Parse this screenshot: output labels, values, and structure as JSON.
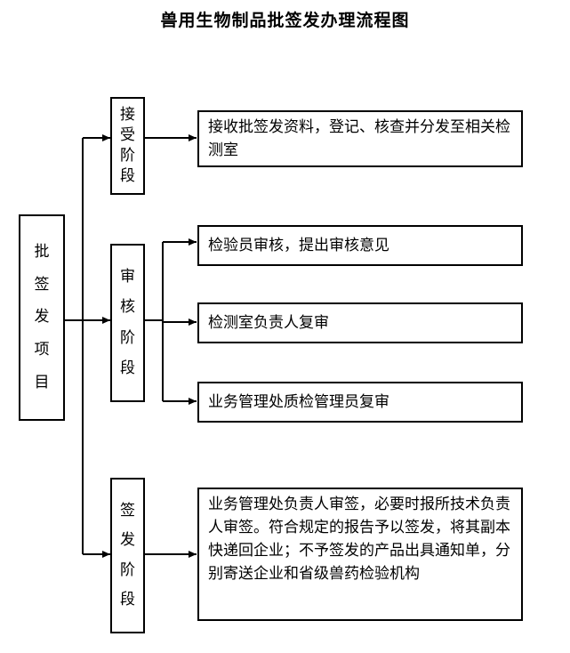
{
  "title": "兽用生物制品批签发办理流程图",
  "root": {
    "chars": [
      "批",
      "签",
      "发",
      "项",
      "目"
    ]
  },
  "stages": [
    {
      "chars": [
        "接",
        "受",
        "阶",
        "段"
      ],
      "tasks": [
        "接收批签发资料，登记、核查并分发至相关检测室"
      ]
    },
    {
      "chars": [
        "审",
        "核",
        "阶",
        "段"
      ],
      "tasks": [
        "检验员审核，提出审核意见",
        "检测室负责人复审",
        "业务管理处质检管理员复审"
      ]
    },
    {
      "chars": [
        "签",
        "发",
        "阶",
        "段"
      ],
      "tasks": [
        "业务管理处负责人审签，必要时报所技术负责人审签。符合规定的报告予以签发，将其副本快递回企业；不予签发的产品出具通知单，分别寄送企业和省级兽药检验机构"
      ]
    }
  ]
}
